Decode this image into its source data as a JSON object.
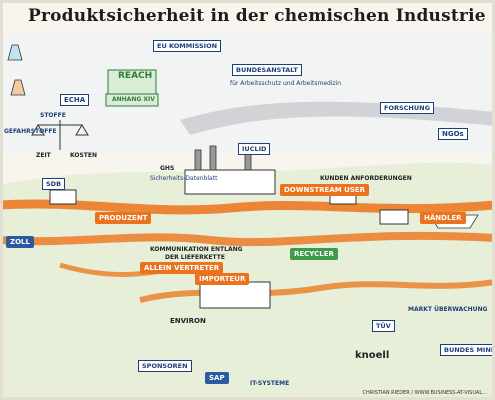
{
  "title": "Produktsicherheit in der chemischen Industrie",
  "labels": {
    "eu_kommission": "EU KOMMISSION",
    "bundesanstalt": "BUNDESANSTALT",
    "bundesanstalt_sub": "für Arbeitsschutz und Arbeitsmedizin",
    "reach": "REACH",
    "anhang": "ANHANG XIV",
    "echa": "ECHA",
    "iuclid": "IUCLID",
    "forschung": "FORSCHUNG",
    "ngos": "NGOs",
    "downstream_user": "DOWNSTREAM USER",
    "kunden": "KUNDEN ANFORDERUNGEN",
    "produzent": "PRODUZENT",
    "haendler": "HÄNDLER",
    "lieferkette": "DER LIEFERKETTE",
    "kommunikation": "KOMMUNIKATION ENTLANG",
    "importeur": "IMPORTEUR",
    "alleinvertreter": "ALLEIN VERTRETER",
    "recycler": "RECYCLER",
    "zoll": "ZOLL",
    "markt": "MARKT ÜBERWACHUNG",
    "bundesministerium": "BUNDES MINISTERIUM",
    "environ": "ENVIRON",
    "sponsoren": "SPONSOREN",
    "sap": "SAP",
    "it_systeme": "IT-SYSTEME",
    "knoell": "knoell",
    "tuev": "TÜV",
    "sdb": "SDB",
    "ghs": "GHS",
    "gefahrstoffe": "GEFAHRSTOFFE",
    "stoffe": "STOFFE",
    "zeit": "ZEIT",
    "kosten": "KOSTEN",
    "sicherheitsdatenblatt": "Sicherheits-Datenblatt",
    "footer": "CHRISTIAN RIEDER / WWW.BUSINESS-AT-VISUAL..."
  }
}
